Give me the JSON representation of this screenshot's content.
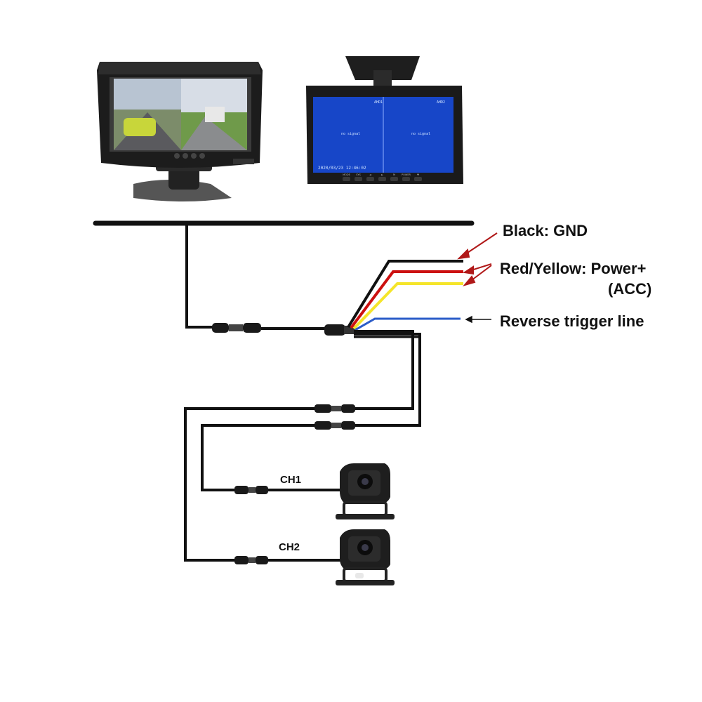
{
  "labels": {
    "gnd": "Black: GND",
    "power": "Red/Yellow: Power+",
    "acc": "(ACC)",
    "reverse": "Reverse trigger line",
    "ch1": "CH1",
    "ch2": "CH2"
  },
  "monitor_back": {
    "channel_left": "AHD1",
    "channel_right": "AHD2",
    "signal_left": "no signal",
    "signal_right": "no signal",
    "timestamp": "2020/03/23 12:46:02",
    "buttons": [
      "MODE",
      "SYS",
      "◄",
      "►",
      "M",
      "POWER",
      "▼"
    ]
  },
  "colors": {
    "cable": "#111111",
    "red_wire": "#cc1010",
    "yellow_wire": "#f5e52a",
    "blue_wire": "#2b5cc8",
    "arrow": "#b01818",
    "screen_blue": "#1746c8"
  },
  "icons": [
    "monitor-front-icon",
    "monitor-back-icon",
    "camera-ch1-icon",
    "camera-ch2-icon",
    "connector-icon"
  ]
}
